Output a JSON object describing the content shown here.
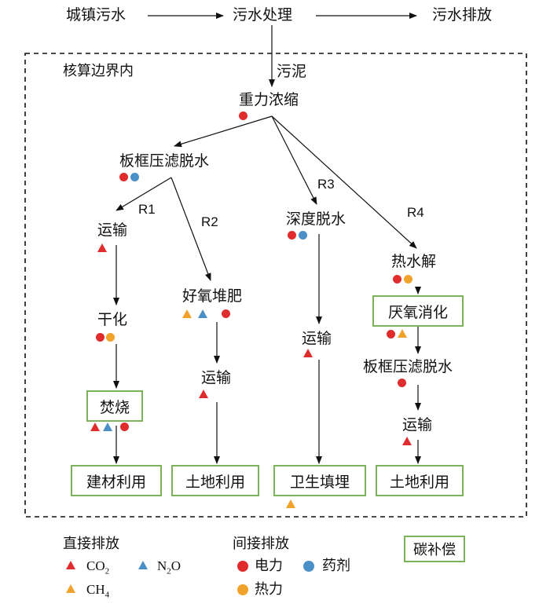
{
  "top": {
    "source": "城镇污水",
    "treatment": "污水处理",
    "discharge": "污水排放"
  },
  "boundary_label": "核算边界内",
  "sludge_label": "污泥",
  "nodes": {
    "thickening": "重力浓缩",
    "filter_press": "板框压滤脱水",
    "deep_dewater": "深度脱水",
    "hydrolysis": "热水解",
    "anaerobic": "厌氧消化",
    "filter_press2": "板框压滤脱水",
    "transport_r1": "运输",
    "drying": "干化",
    "incineration": "焚烧",
    "building_use": "建材利用",
    "composting": "好氧堆肥",
    "transport_r2": "运输",
    "land_use_r2": "土地利用",
    "transport_r3": "运输",
    "landfill": "卫生填埋",
    "transport_r4": "运输",
    "land_use_r4": "土地利用"
  },
  "routes": {
    "r1": "R1",
    "r2": "R2",
    "r3": "R3",
    "r4": "R4"
  },
  "legend": {
    "direct_title": "直接排放",
    "indirect_title": "间接排放",
    "carbon_offset": "碳补偿",
    "co2": "CO",
    "co2_sub": "2",
    "n2o_a": "N",
    "n2o_sub": "2",
    "n2o_b": "O",
    "ch4": "CH",
    "ch4_sub": "4",
    "electricity": "电力",
    "chemicals": "药剂",
    "heat": "热力"
  },
  "colors": {
    "co2": "#e02c2c",
    "n2o": "#4a90c8",
    "ch4": "#f0a22a",
    "electricity": "#e02c2c",
    "chemicals": "#4a90c8",
    "heat": "#f0a22a",
    "offset_box": "#7cb35a"
  }
}
